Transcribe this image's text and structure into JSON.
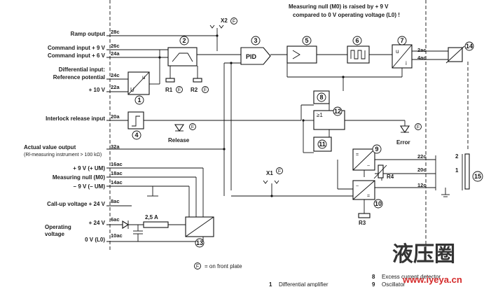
{
  "header_note": [
    "Measuring null (M0) is raised by + 9 V",
    "compared to 0 V operating voltage (L0) !"
  ],
  "left_labels": {
    "ramp_output": "Ramp output",
    "command_9v": "Command input + 9 V",
    "command_6v": "Command input + 6 V",
    "differential_input": "Differential input:",
    "reference_potential": "Reference potential",
    "plus_10v": "+ 10 V",
    "interlock": "Interlock release input",
    "actual_value": "Actual value output",
    "actual_value_sub": "(Rl-measuring instrument > 100 kΩ)",
    "plus_9v_um": "+ 9 V (+ UM)",
    "measuring_null": "Measuring null (M0)",
    "minus_9v_um": "– 9 V (– UM)",
    "callup": "Call-up voltage + 24 V",
    "operating": "Operating",
    "voltage": "voltage",
    "plus_24v": "+ 24 V",
    "zero_v": "0 V (L0)"
  },
  "pins": {
    "p28c": "28c",
    "p26c": "26c",
    "p24a1": "24a",
    "p24c": "24c",
    "p22a": "22a",
    "p20a": "20a",
    "p32a": "32a",
    "p16ac": "16ac",
    "p18ac": "18ac",
    "p14ac": "14ac",
    "p8ac": "8ac",
    "p6ac": "6ac",
    "p10ac": "10ac",
    "r2ac": "2ac",
    "r4ac": "4ac",
    "r22c": "22c",
    "r20c": "20c",
    "r12c": "12c"
  },
  "blocks": {
    "pid": "PID",
    "ge1": "≥1",
    "u_label": "U",
    "u_label2": "u",
    "i_label": "i"
  },
  "numbers": [
    "1",
    "2",
    "3",
    "4",
    "5",
    "6",
    "7",
    "8",
    "9",
    "10",
    "11",
    "12",
    "13",
    "14",
    "15"
  ],
  "component_labels": {
    "x2": "X2",
    "x1": "X1",
    "r1": "R1",
    "r2": "R2",
    "r3": "R3",
    "r4": "R4",
    "release": "Release",
    "error": "Error",
    "fuse": "2,5 A",
    "coil_2": "2",
    "coil_1": "1"
  },
  "front_plate_glyph": "F",
  "legend": {
    "front_plate": "= on front plate",
    "items": [
      {
        "num": "1",
        "text": "Differential amplifier"
      },
      {
        "num": "8",
        "text": "Excess current detector"
      },
      {
        "num": "9",
        "text": "Oscillator"
      }
    ]
  },
  "watermark": {
    "brand": "液压圈",
    "site": "www.iyeya.cn"
  },
  "colors": {
    "line": "#111111",
    "watermark_red": "#d42a2a",
    "watermark_dark": "#333333",
    "watermark_blue": "#1f5fa8"
  }
}
